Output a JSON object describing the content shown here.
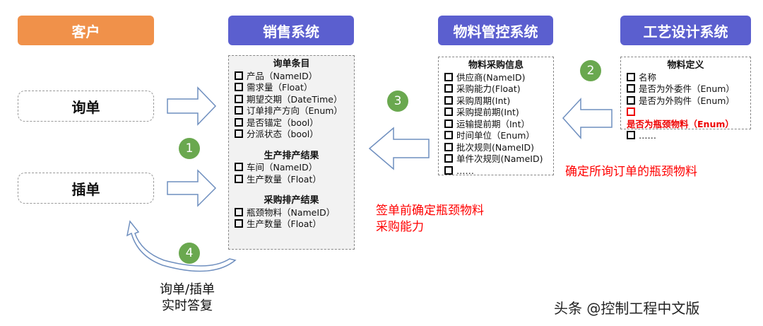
{
  "headers": {
    "customer": "客户",
    "sales": "销售系统",
    "material": "物料管控系统",
    "craft": "工艺设计系统"
  },
  "customer_boxes": {
    "inquiry": "询单",
    "insert": "插单"
  },
  "sales_panel": {
    "sections": [
      {
        "title": "询单条目",
        "items": [
          "产品（NameID）",
          "需求量（Float）",
          "期望交期（DateTime）",
          "订单排产方向（Enum）",
          "是否锚定（bool）",
          "分派状态（bool）"
        ]
      },
      {
        "title": "生产排产结果",
        "items": [
          "车间（NameID）",
          "生产数量（Float）"
        ]
      },
      {
        "title": "采购排产结果",
        "items": [
          "瓶颈物料（NameID）",
          "生产数量（Float）"
        ]
      }
    ]
  },
  "material_panel": {
    "title": "物料采购信息",
    "items": [
      "供应商(NameID)",
      "采购能力(Float)",
      "采购周期(Int)",
      "采购提前期(Int)",
      "运输提前期（Int）",
      "时间单位（Enum）",
      "批次规则(NameID)",
      "单件次规则(NameID)",
      "……"
    ]
  },
  "craft_panel": {
    "title": "物料定义",
    "items": [
      "名称",
      "是否为外委件（Enum）",
      "是否为外购件（Enum）",
      "是否为瓶颈物料（Enum）",
      "……"
    ],
    "highlight_index": 3
  },
  "steps": [
    "1",
    "2",
    "3",
    "4"
  ],
  "notes": {
    "bottleneck": "确定所询订单的瓶颈物料",
    "capacity_line1": "签单前确定瓶颈物料",
    "capacity_line2": "采购能力",
    "reply_line1": "询单/插单",
    "reply_line2": "实时答复"
  },
  "watermark": "头条 @控制工程中文版",
  "colors": {
    "customer": "#f0914a",
    "system": "#5b5fcf",
    "step": "#6aa84f",
    "highlight": "#ee0000"
  }
}
